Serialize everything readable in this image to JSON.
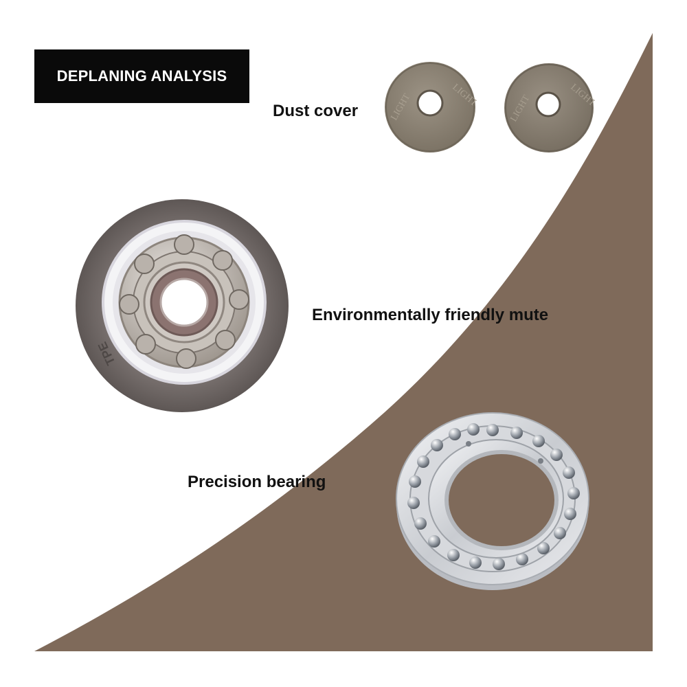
{
  "title": "DEPLANING ANALYSIS",
  "labels": {
    "dust_cover": "Dust cover",
    "mute": "Environmentally friendly mute",
    "bearing": "Precision bearing"
  },
  "dust_cover_text": "LIGHT",
  "wheel_text": "TPE",
  "colors": {
    "brown_panel": "#7f6a5a",
    "title_bg": "#0a0a0a",
    "title_text": "#ffffff",
    "label_text": "#111111",
    "wheel_gray": "#6f6765",
    "dust_cover": "#8f8678"
  }
}
